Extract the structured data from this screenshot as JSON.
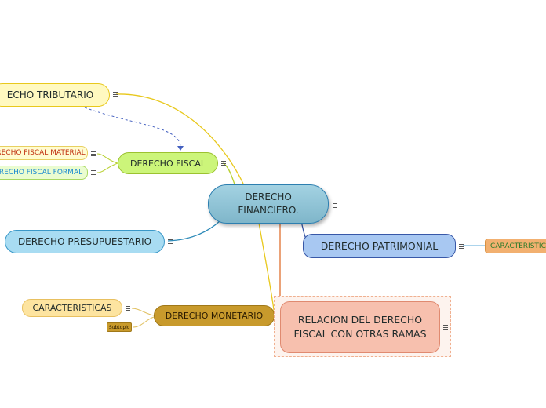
{
  "central": {
    "label": "DERECHO FINANCIERO."
  },
  "branches": {
    "tributario": {
      "label": "ECHO TRIBUTARIO"
    },
    "fiscal": {
      "label": "DERECHO FISCAL",
      "children": [
        {
          "label": "RECHO FISCAL MATERIAL"
        },
        {
          "label": "RECHO FISCAL FORMAL"
        }
      ]
    },
    "presupuestario": {
      "label": "DERECHO PRESUPUESTARIO"
    },
    "patrimonial": {
      "label": "DERECHO PATRIMONIAL",
      "children": [
        {
          "label": "CARACTERISTIC"
        }
      ]
    },
    "monetario": {
      "label": "DERECHO MONETARIO",
      "children": [
        {
          "label": "CARACTERISTICAS"
        },
        {
          "label": "Subtopic"
        }
      ]
    },
    "relacion": {
      "label": "RELACION DEL DERECHO FISCAL CON OTRAS RAMAS"
    }
  },
  "colors": {
    "central": "#8fc4d6",
    "tributario": "#fff7b0",
    "fiscal": "#ccf57a",
    "presupuestario": "#a8dcf2",
    "patrimonial": "#a8c8f2",
    "monetario": "#c89a2c",
    "relacion": "#f7c0ae",
    "link_yellow": "#e8c81c",
    "link_orange": "#e07030",
    "link_blue": "#2d8ab8",
    "link_dashed": "#4460c0"
  }
}
